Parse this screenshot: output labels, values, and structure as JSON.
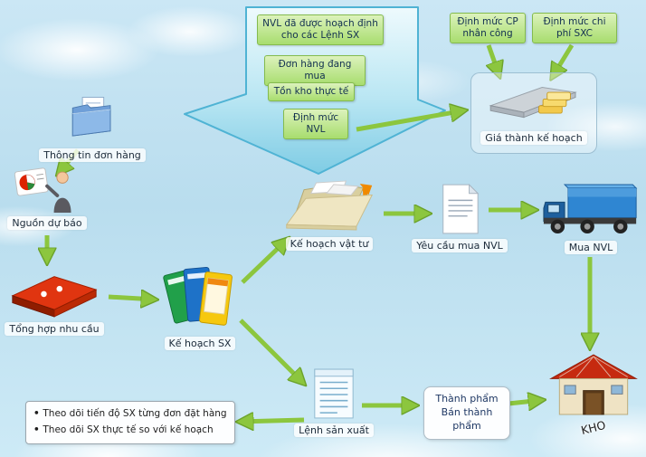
{
  "funnel_items": [
    "NVL đã được hoạch định cho các Lệnh SX",
    "Đơn hàng đang mua",
    "Tồn kho thực tế",
    "Định mức NVL"
  ],
  "cost_inputs": [
    "Định mức CP nhân công",
    "Định mức chi phí SXC"
  ],
  "nodes": {
    "order_info": {
      "label": "Thông tin đơn hàng",
      "icon": "documents-folder-icon"
    },
    "forecast": {
      "label": "Nguồn dự báo",
      "icon": "presenter-chart-icon"
    },
    "demand_summary": {
      "label": "Tổng hợp nhu cầu",
      "icon": "red-binder-icon"
    },
    "production_plan": {
      "label": "Kế hoạch SX",
      "icon": "folders-stack-icon"
    },
    "material_plan": {
      "label": "Kế hoạch vật tư",
      "icon": "open-folder-icon"
    },
    "purchase_request": {
      "label": "Yêu cầu mua NVL",
      "icon": "document-icon"
    },
    "purchase": {
      "label": "Mua NVL",
      "icon": "truck-icon"
    },
    "planned_cost": {
      "label": "Giá thành kế hoạch",
      "icon": "materials-cost-icon"
    },
    "production_order": {
      "label": "Lệnh sản xuất",
      "icon": "lined-document-icon"
    },
    "finished_goods": {
      "label": "Thành phẩm Bán thành phẩm"
    },
    "warehouse": {
      "label": "KHO",
      "icon": "warehouse-icon"
    }
  },
  "notes": [
    "Theo dõi tiến độ SX từng đơn đặt hàng",
    "Theo dõi SX thực tế so với kế hoạch"
  ],
  "colors": {
    "background_sky": "#bfe0ee",
    "funnel_fill": "#8fd4ea",
    "funnel_border": "#4fb3d4",
    "green_box": "#a8dd6e",
    "green_box_border": "#84bb4e",
    "arrow_green": "#8cc63e"
  }
}
